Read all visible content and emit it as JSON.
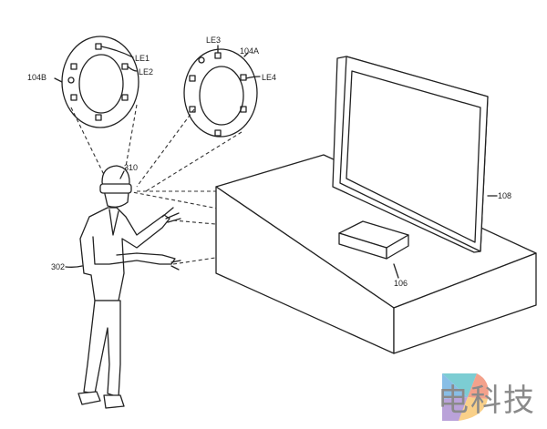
{
  "labels": {
    "ring_b": "104B",
    "le1": "LE1",
    "le2": "LE2",
    "le3": "LE3",
    "ring_a": "104A",
    "le4": "LE4",
    "hmd": "310",
    "user": "302",
    "display": "108",
    "console": "106"
  },
  "watermark": {
    "text": "电科技",
    "colors": [
      "#5bc0c8",
      "#f08a6e",
      "#a98bd0",
      "#f7c46c",
      "#6aaee0"
    ]
  }
}
